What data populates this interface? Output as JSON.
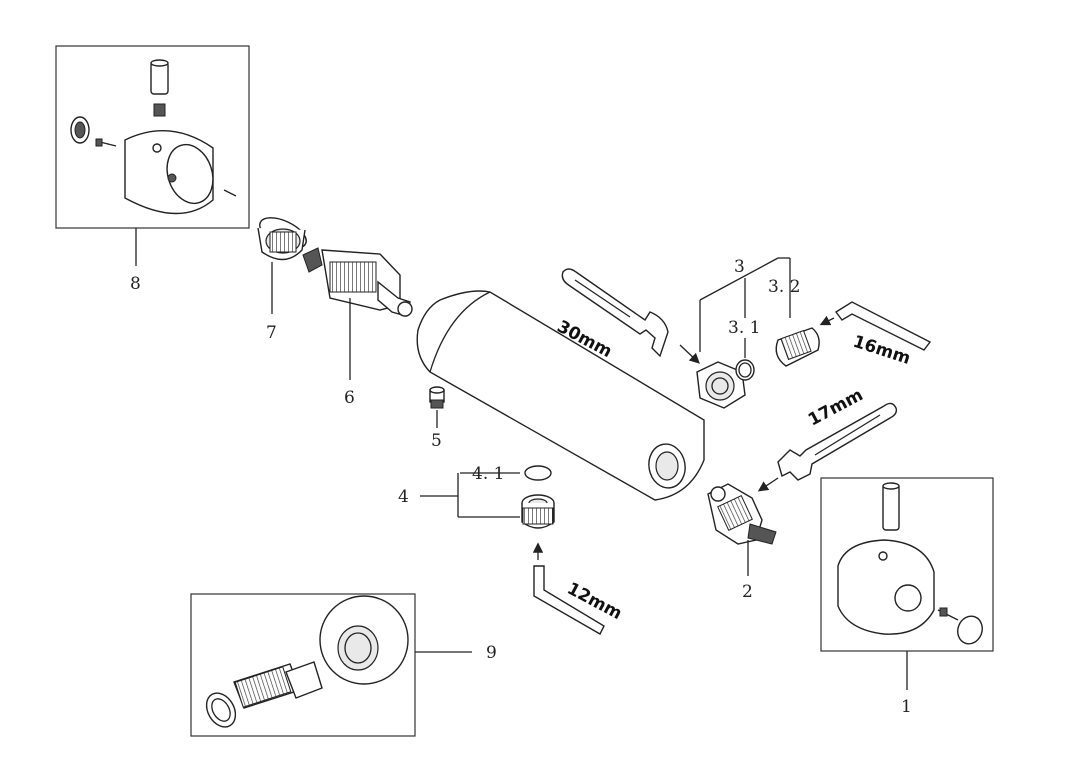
{
  "labels": {
    "p1": "1",
    "p2": "2",
    "p3": "3",
    "p3_1": "3. 1",
    "p3_2": "3. 2",
    "p4": "4",
    "p4_1": "4. 1",
    "p5": "5",
    "p6": "6",
    "p7": "7",
    "p8": "8",
    "p9": "9"
  },
  "tools": {
    "wrench_30": "30mm",
    "wrench_17": "17mm",
    "hex_16": "16mm",
    "hex_12": "12mm"
  }
}
